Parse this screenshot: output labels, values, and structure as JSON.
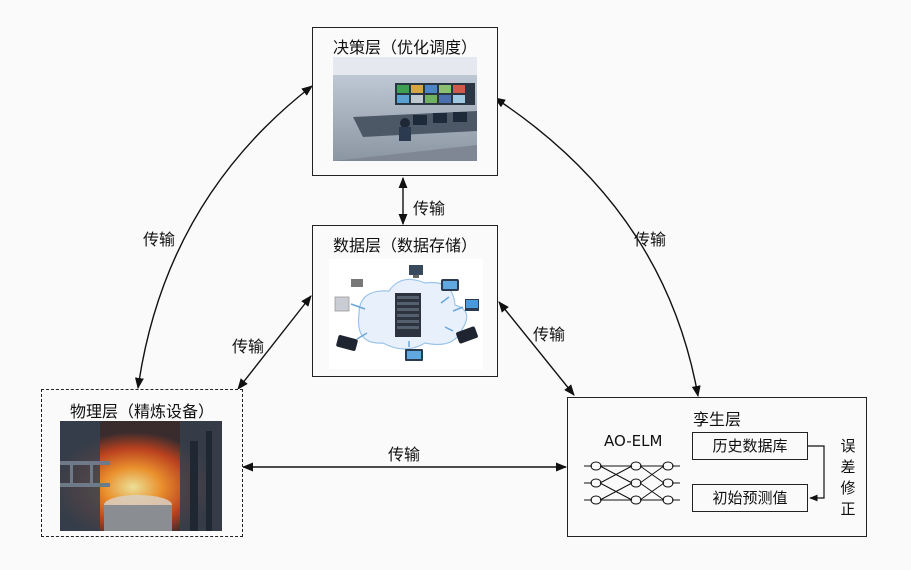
{
  "decision_layer": {
    "title": "决策层（优化调度）"
  },
  "data_layer": {
    "title": "数据层（数据存储）"
  },
  "physical_layer": {
    "title": "物理层（精炼设备）"
  },
  "twin_layer": {
    "title": "孪生层",
    "model_label": "AO-ELM",
    "history_db": "历史数据库",
    "initial_prediction": "初始预测值",
    "error_correction": [
      "误",
      "差",
      "修",
      "正"
    ]
  },
  "transmission_labels": {
    "decision_data": "传输",
    "decision_physical": "传输",
    "decision_twin": "传输",
    "data_physical": "传输",
    "data_twin": "传输",
    "physical_twin": "传输"
  }
}
